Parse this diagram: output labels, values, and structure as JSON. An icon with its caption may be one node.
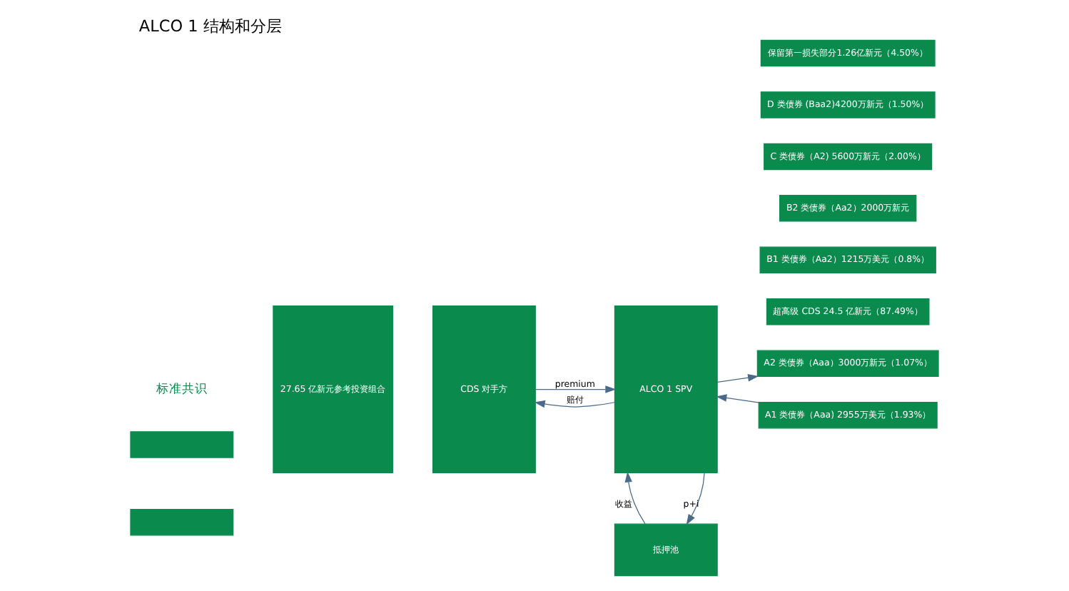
{
  "diagram": {
    "title": "ALCO 1 结构和分层",
    "nodes": [
      {
        "text": [],
        "shape": "box"
      },
      {
        "text": [],
        "shape": "box"
      },
      {
        "text": [
          "27.65 亿新元参考投资组合"
        ]
      },
      {
        "text": [
          "CDS 对手方"
        ]
      },
      {
        "text": [
          "ALCO 1 SPV"
        ]
      },
      {
        "text": [
          "抵押池"
        ]
      },
      {
        "text": [
          "超高级 CDS 24.5 亿新元（87.49%）"
        ]
      },
      {
        "text": [
          "A1 类债券（Aaa) 2955万美元（1.93%）"
        ]
      },
      {
        "text": [
          "A2 类债券（Aaa）3000万新元（1.07%）"
        ]
      },
      {
        "text": [
          "B1 类债券（Aa2）1215万美元（0.8%）"
        ]
      },
      {
        "text": [
          "B2 类债券（Aa2）2000万新元"
        ]
      },
      {
        "text": [
          "C 类债券（A2) 5600万新元（2.00%）"
        ]
      },
      {
        "text": [
          "D 类债券 (Baa2)4200万新元（1.50%）"
        ]
      },
      {
        "text": [
          "保留第一损失部分1.26亿新元（4.50%）"
        ]
      }
    ],
    "edges": [
      {
        "from": 3,
        "to": 4,
        "arrow": "to",
        "label": "premium"
      },
      {
        "from": 4,
        "to": 3,
        "arrow": "to",
        "label": "赔付"
      },
      {
        "from": 4,
        "to": 5,
        "arrow": "to",
        "label": "p+i"
      },
      {
        "from": 5,
        "to": 4,
        "arrow": "to",
        "label": "收益"
      },
      {
        "from": 7,
        "to": 4,
        "arrow": "to"
      },
      {
        "from": 4,
        "to": 8,
        "arrow": "to"
      }
    ],
    "labels": [
      "标准共识"
    ]
  }
}
